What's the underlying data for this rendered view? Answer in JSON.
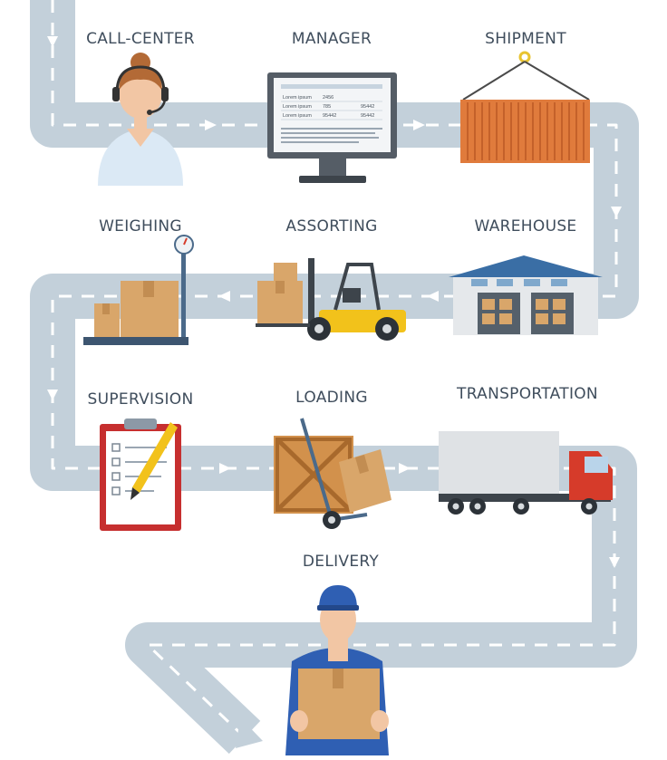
{
  "diagram": {
    "steps": [
      {
        "label": "CALL-CENTER"
      },
      {
        "label": "MANAGER"
      },
      {
        "label": "SHIPMENT"
      },
      {
        "label": "WEIGHING"
      },
      {
        "label": "ASSORTING"
      },
      {
        "label": "WAREHOUSE"
      },
      {
        "label": "SUPERVISION"
      },
      {
        "label": "LOADING"
      },
      {
        "label": "TRANSPORTATION"
      },
      {
        "label": "DELIVERY"
      }
    ],
    "monitor": {
      "rows": [
        {
          "name": "Lorem ipsum",
          "a": "2456",
          "b": ""
        },
        {
          "name": "Lorem ipsum",
          "a": "785",
          "b": "95442"
        },
        {
          "name": "Lorem ipsum",
          "a": "95442",
          "b": "95442"
        }
      ]
    },
    "colors": {
      "road": "#c3d0da",
      "road_dash": "#ffffff",
      "label": "#3f4d5c",
      "container": "#e07b3c",
      "forklift": "#f2c21b",
      "truck_cab": "#d63b2a",
      "uniform": "#2f5fb3",
      "box": "#d9a66a"
    }
  }
}
